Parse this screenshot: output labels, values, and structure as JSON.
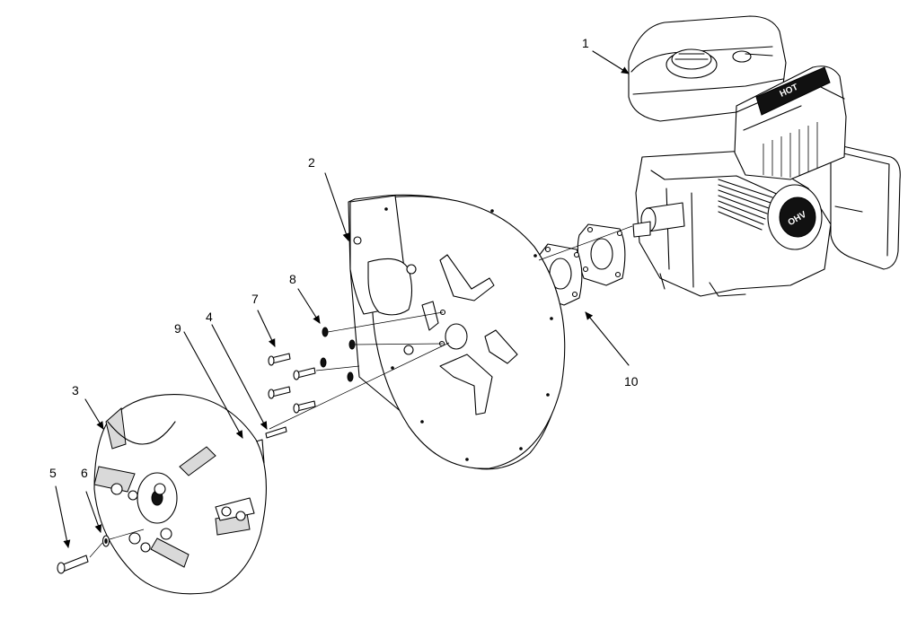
{
  "diagram": {
    "callouts": [
      {
        "id": "1",
        "text": "1"
      },
      {
        "id": "2",
        "text": "2"
      },
      {
        "id": "3",
        "text": "3"
      },
      {
        "id": "4",
        "text": "4"
      },
      {
        "id": "5",
        "text": "5"
      },
      {
        "id": "6",
        "text": "6"
      },
      {
        "id": "7",
        "text": "7"
      },
      {
        "id": "8",
        "text": "8"
      },
      {
        "id": "9",
        "text": "9"
      },
      {
        "id": "10",
        "text": "10"
      }
    ],
    "engine_markings": {
      "cover_text": "OHV",
      "head_text": "HOT"
    }
  }
}
